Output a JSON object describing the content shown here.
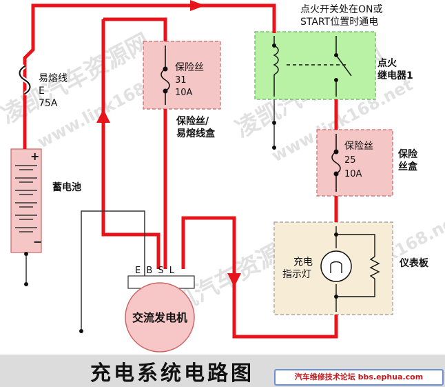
{
  "title": "充电系统电路图",
  "source_badge": "汽车维修技术论坛 bbs.ephua.com",
  "watermarks": [
    "凌凯汽车资源网",
    "www.link168.net"
  ],
  "labels": {
    "ignition_note_line1": "点火开关处在ON或",
    "ignition_note_line2": "START位置时通电",
    "relay_line1": "点火",
    "relay_line2": "继电器1",
    "fusible_link_name": "易熔线",
    "fusible_link_code": "E",
    "fusible_link_rating": "75A",
    "fuse1_name": "保险丝",
    "fuse1_number": "31",
    "fuse1_rating": "10A",
    "fuse_box_line1": "保险丝/",
    "fuse_box_line2": "易熔线盒",
    "fuse2_name": "保险丝",
    "fuse2_number": "25",
    "fuse2_rating": "10A",
    "fuse2_box_line1": "保险",
    "fuse2_box_line2": "丝盒",
    "battery": "蓄电池",
    "battery_plus": "+",
    "battery_minus": "−",
    "alternator_terminals": "E B S L",
    "alternator": "交流发电机",
    "lamp_line1": "充电",
    "lamp_line2": "指示灯",
    "cluster": "仪表板"
  },
  "colors": {
    "power_wire": "#e8141c",
    "fuse_box_fill": "#f5c6c6",
    "relay_fill": "#b9f2a4",
    "cluster_fill": "#f7ecd6",
    "alternator_fill": "#f7c6c6"
  }
}
